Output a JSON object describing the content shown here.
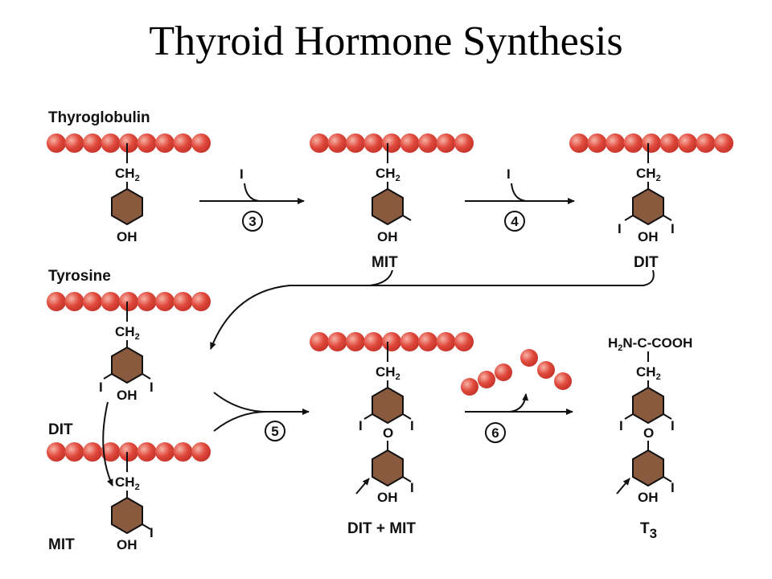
{
  "title": "Thyroid Hormone Synthesis",
  "colors": {
    "bead": "#e0493c",
    "bead_highlight": "#f7b2a6",
    "ring": "#8a5a3f",
    "ink": "#111111"
  },
  "labels": {
    "thyroglobulin": "Thyroglobulin",
    "tyrosine": "Tyrosine",
    "ch2": "CH",
    "sub2": "2",
    "oh": "OH",
    "o": "O",
    "iodine": "I",
    "mit": "MIT",
    "dit": "DIT",
    "dit_plus_mit": "DIT + MIT",
    "t3_main": "T",
    "t3_sub": "3",
    "amino_h2n": "H",
    "amino_rest": "N-C-COOH"
  },
  "steps": {
    "s3": "3",
    "s4": "4",
    "s5": "5",
    "s6": "6"
  }
}
